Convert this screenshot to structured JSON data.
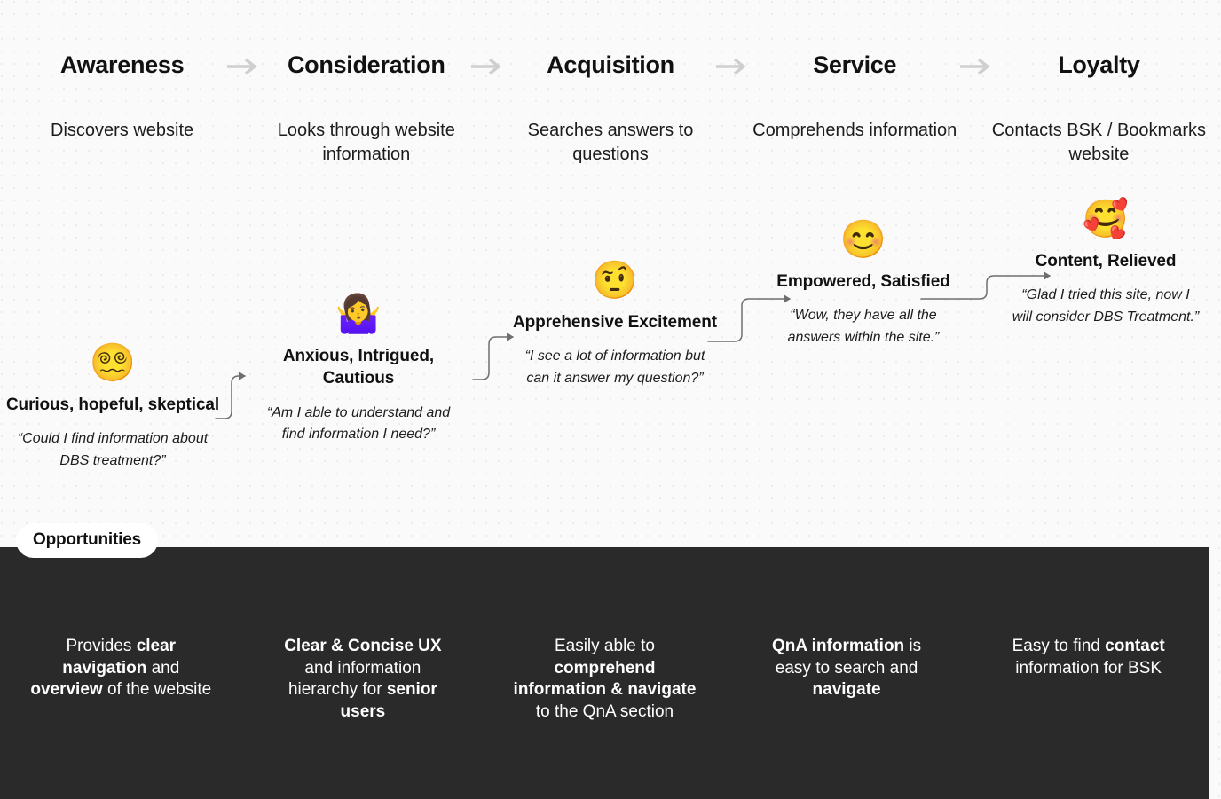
{
  "colors": {
    "canvas_bg": "#fafafb",
    "dot_texture": "rgba(150,150,175,0.16)",
    "dark_section": "#2a2a2a",
    "header_arrow": "#cfcfcf",
    "connector_line": "#6e6e6e",
    "text_dark": "#111111",
    "text_light": "#ffffff"
  },
  "stages": [
    {
      "title": "Awareness",
      "description": "Discovers website",
      "arrow_icon": "arrow-right-icon"
    },
    {
      "title": "Consideration",
      "description": "Looks through website information",
      "arrow_icon": "arrow-right-icon"
    },
    {
      "title": "Acquisition",
      "description": "Searches answers to questions",
      "arrow_icon": "arrow-right-icon"
    },
    {
      "title": "Service",
      "description": "Comprehends information",
      "arrow_icon": "arrow-right-icon"
    },
    {
      "title": "Loyalty",
      "description": "Contacts BSK / Bookmarks website",
      "arrow_icon": ""
    }
  ],
  "emotions": [
    {
      "emoji": "😵‍💫",
      "emoji_name": "face-with-spiral-eyes-emoji",
      "label": "Curious, hopeful, skeptical",
      "quote": "“Could I find information about DBS treatment?”"
    },
    {
      "emoji": "🤷‍♀️",
      "emoji_name": "woman-shrugging-emoji",
      "label": "Anxious, Intrigued, Cautious",
      "quote": "“Am I able to understand and find information I need?”"
    },
    {
      "emoji": "🤨",
      "emoji_name": "face-with-raised-eyebrow-emoji",
      "label": "Apprehensive Excitement",
      "quote": "“I see a lot of information but can it answer my question?”"
    },
    {
      "emoji": "😊",
      "emoji_name": "smiling-face-with-smiling-eyes-emoji",
      "label": "Empowered, Satisfied",
      "quote": "“Wow, they have all the answers within the site.”"
    },
    {
      "emoji": "🥰",
      "emoji_name": "smiling-face-with-hearts-emoji",
      "label": "Content, Relieved",
      "quote": "“Glad I tried this site, now I will consider DBS Treatment.”"
    }
  ],
  "opportunities": {
    "badge_label": "Opportunities",
    "items": [
      {
        "plain_text": "Provides clear navigation and overview of the website",
        "segments": [
          {
            "text": "Provides ",
            "bold": false
          },
          {
            "text": "clear navigation",
            "bold": true
          },
          {
            "text": " and ",
            "bold": false
          },
          {
            "text": "overview",
            "bold": true
          },
          {
            "text": " of the website",
            "bold": false
          }
        ]
      },
      {
        "plain_text": "Clear & Concise UX and information hierarchy for senior users",
        "segments": [
          {
            "text": "Clear & Concise UX",
            "bold": true
          },
          {
            "text": " and information hierarchy for ",
            "bold": false
          },
          {
            "text": "senior users",
            "bold": true
          }
        ]
      },
      {
        "plain_text": "Easily able to comprehend information & navigate to the QnA section",
        "segments": [
          {
            "text": "Easily able to ",
            "bold": false
          },
          {
            "text": "comprehend information & navigate",
            "bold": true
          },
          {
            "text": " to the QnA section",
            "bold": false
          }
        ]
      },
      {
        "plain_text": "QnA information is easy to search and navigate",
        "segments": [
          {
            "text": "QnA information",
            "bold": true
          },
          {
            "text": " is easy to search and ",
            "bold": false
          },
          {
            "text": "navigate",
            "bold": true
          }
        ]
      },
      {
        "plain_text": "Easy to find contact information for BSK",
        "segments": [
          {
            "text": "Easy to find ",
            "bold": false
          },
          {
            "text": "contact",
            "bold": true
          },
          {
            "text": " information for BSK",
            "bold": false
          }
        ]
      }
    ]
  }
}
